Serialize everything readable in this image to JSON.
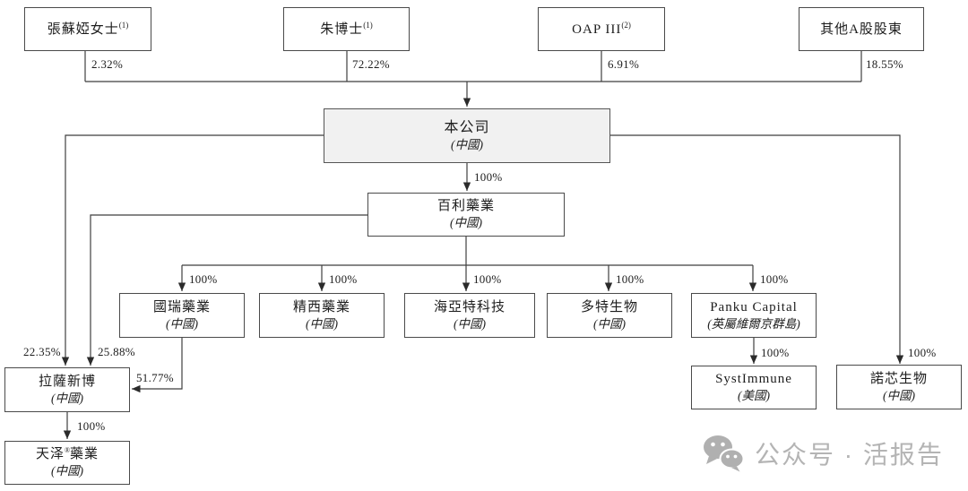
{
  "diagram_title": "shareholding-structure",
  "colors": {
    "line": "#3f3f3f",
    "box_border": "#4a4a4a",
    "company_fill": "#f1f1f1",
    "watermark": "#b4b4b4"
  },
  "nodes": {
    "zhang": {
      "name": "張蘇婭女士",
      "sup": "(1)"
    },
    "zhu": {
      "name": "朱博士",
      "sup": "(1)"
    },
    "oap": {
      "name": "OAP III",
      "sup": "(2)"
    },
    "other_a": {
      "name": "其他A股股東",
      "sup": ""
    },
    "company": {
      "name": "本公司",
      "loc": "(中國)"
    },
    "baili": {
      "name": "百利藥業",
      "loc": "(中國)"
    },
    "guorui": {
      "name": "國瑞藥業",
      "loc": "(中國)"
    },
    "jingxi": {
      "name": "精西藥業",
      "loc": "(中國)"
    },
    "haiyate": {
      "name": "海亞特科技",
      "loc": "(中國)"
    },
    "duote": {
      "name": "多特生物",
      "loc": "(中國)"
    },
    "panku": {
      "name": "Panku Capital",
      "loc": "(英屬維爾京群島)"
    },
    "systimmune": {
      "name": "SystImmune",
      "loc": "(美國)"
    },
    "nuoxin": {
      "name": "諾芯生物",
      "loc": "(中國)"
    },
    "lasa": {
      "name": "拉薩新博",
      "loc": "(中國)"
    },
    "tianze": {
      "name": "天泽",
      "reg": "®",
      "name2": "藥業",
      "loc": "(中國)"
    }
  },
  "percentages": {
    "zhang_company": "2.32%",
    "zhu_company": "72.22%",
    "oap_company": "6.91%",
    "other_company": "18.55%",
    "company_baili": "100%",
    "baili_guorui": "100%",
    "baili_jingxi": "100%",
    "baili_haiyate": "100%",
    "baili_duote": "100%",
    "baili_panku": "100%",
    "panku_systimmune": "100%",
    "company_nuoxin": "100%",
    "company_lasa": "22.35%",
    "baili_lasa": "25.88%",
    "guorui_lasa": "51.77%",
    "lasa_tianze": "100%"
  },
  "watermark": {
    "icon": "wechat-icon",
    "text": "公众号 · 活报告"
  }
}
